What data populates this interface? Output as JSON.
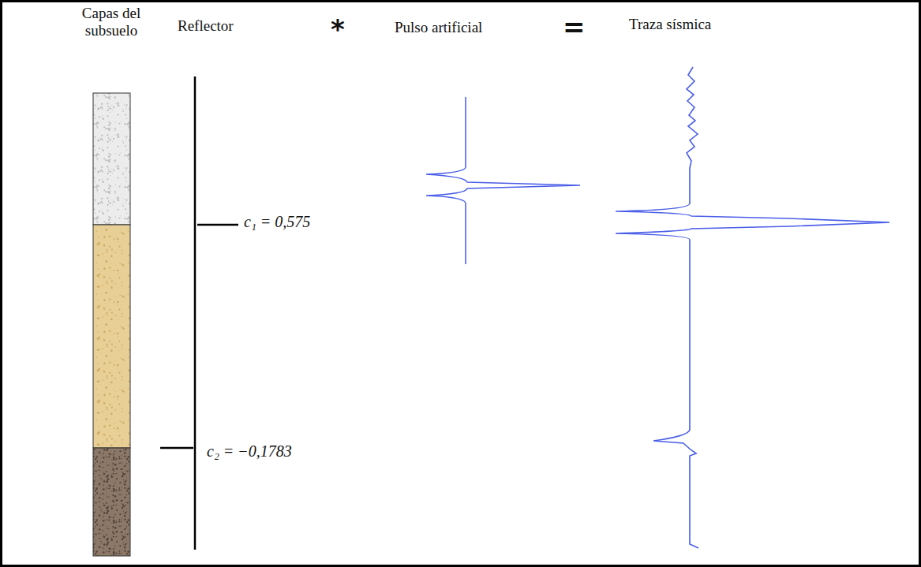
{
  "diagram": {
    "labels": [
      "Capas del subsuelo",
      "Reflector",
      "*",
      "Pulso artificial",
      "=",
      "Traza sísmica",
      "c₁ = 0,575",
      "c₂ = −0,1783"
    ]
  }
}
